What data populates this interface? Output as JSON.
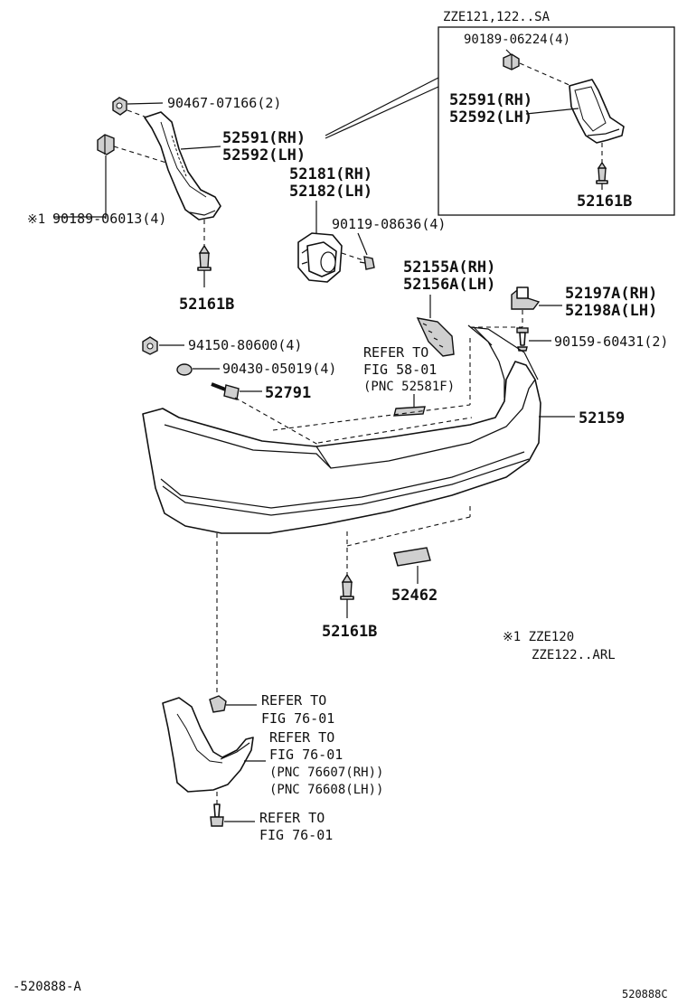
{
  "inset_header": "ZZE121,122..SA",
  "labels": {
    "p90189_06224": "90189-06224(4)",
    "p52591_rh_inset": "52591(RH)",
    "p52592_lh_inset": "52592(LH)",
    "p52161b_inset": "52161B",
    "p90467_07166": "90467-07166(2)",
    "p52591_rh": "52591(RH)",
    "p52592_lh": "52592(LH)",
    "p52181_rh": "52181(RH)",
    "p52182_lh": "52182(LH)",
    "mark1": "※1",
    "p90189_06013": "90189-06013(4)",
    "p90119_08636": "90119-08636(4)",
    "p52161b_left": "52161B",
    "p52155a_rh": "52155A(RH)",
    "p52156a_lh": "52156A(LH)",
    "p52197a_rh": "52197A(RH)",
    "p52198a_lh": "52198A(LH)",
    "p94150_80600": "94150-80600(4)",
    "p90159_60431": "90159-60431(2)",
    "p90430_05019": "90430-05019(4)",
    "refer1_line1": "REFER TO",
    "refer1_line2": "FIG 58-01",
    "refer1_line3": "(PNC 52581F)",
    "p52791": "52791",
    "p52159": "52159",
    "p52462": "52462",
    "p52161b_bottom": "52161B",
    "note_line1": "※1 ZZE120",
    "note_line2": "ZZE122..ARL",
    "refer2_line1": "REFER TO",
    "refer2_line2": "FIG 76-01",
    "refer3_line1": "REFER TO",
    "refer3_line2": "FIG 76-01",
    "refer3_line3": "(PNC 76607(RH))",
    "refer3_line4": "(PNC 76608(LH))",
    "refer4_line1": "REFER TO",
    "refer4_line2": "FIG 76-01"
  },
  "footer": {
    "left_code": "-520888-A",
    "right_code": "520888C"
  }
}
